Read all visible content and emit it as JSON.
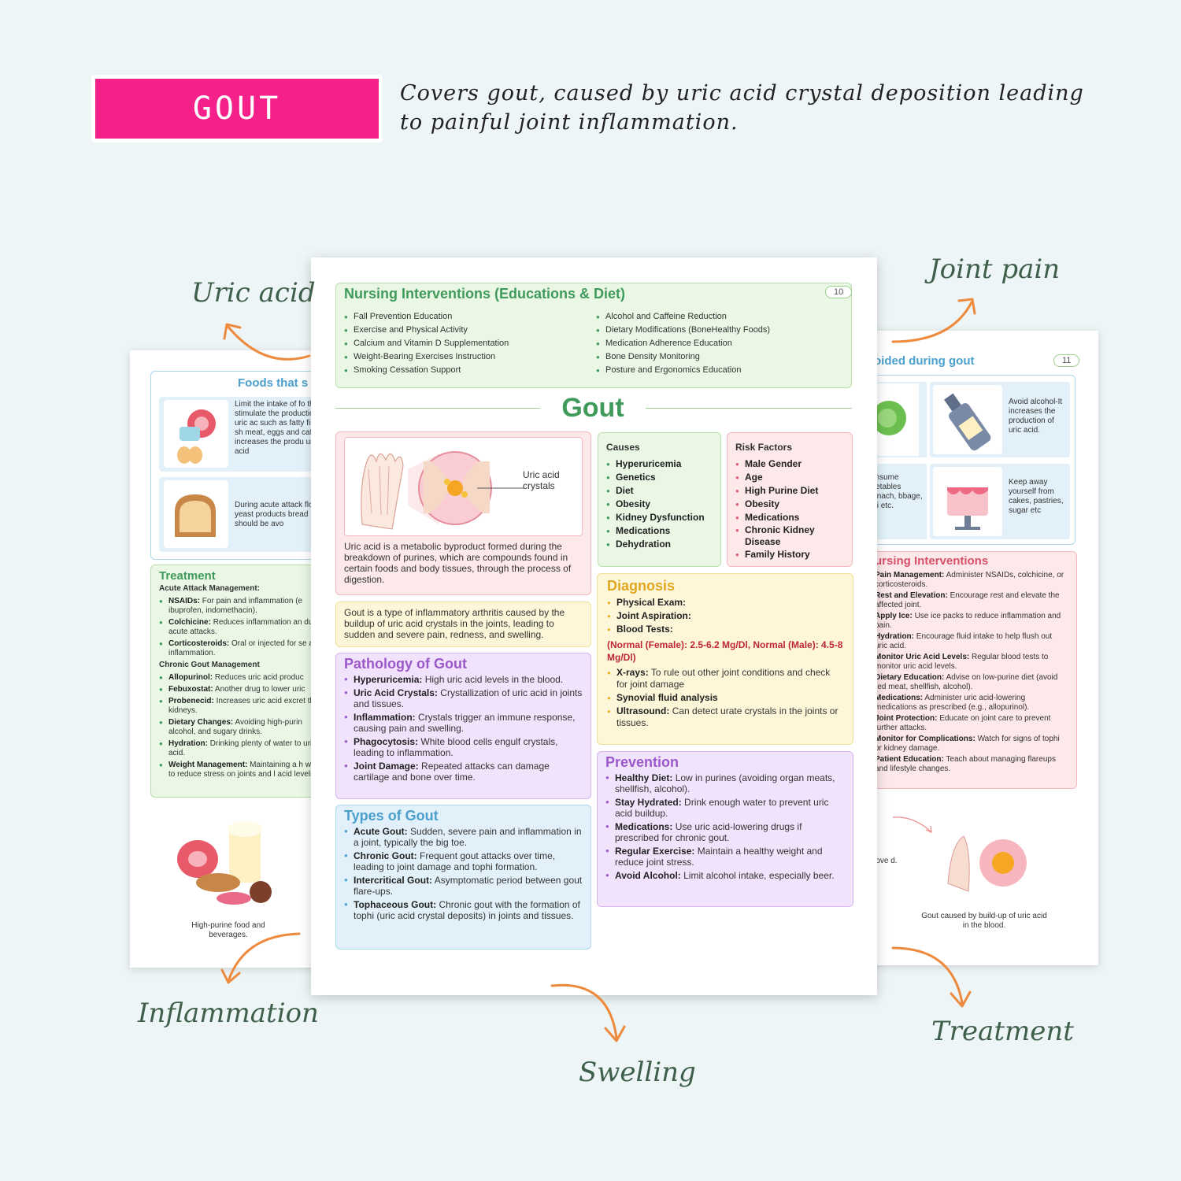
{
  "badge": {
    "title": "GOUT"
  },
  "tagline": "Covers gout, caused by uric acid crystal deposition leading to painful joint inflammation.",
  "labels": {
    "uric_acid": "Uric acid",
    "joint_pain": "Joint pain",
    "inflammation": "Inflammation",
    "swelling": "Swelling",
    "treatment": "Treatment"
  },
  "colors": {
    "accent": "#f5208a",
    "arrow": "#ed8a3e",
    "handwriting": "#3e5f4a"
  },
  "left_page": {
    "foods_title": "Foods that s",
    "food_1_text": "Limit the intake of fo that stimulate the production of uric ac such as fatty fish, sh meat, eggs and caff increases the produ uric acid",
    "food_2_text": "During acute attack flour, yeast products bread should be avo",
    "treatment_title": "Treatment",
    "acute_heading": "Acute Attack Management:",
    "acute_items": [
      {
        "term": "NSAIDs:",
        "text": "For pain and inflammation (e ibuprofen, indomethacin)."
      },
      {
        "term": "Colchicine:",
        "text": "Reduces inflammation an during acute attacks."
      },
      {
        "term": "Corticosteroids:",
        "text": "Oral or injected for se and inflammation."
      }
    ],
    "chronic_heading": "Chronic Gout Management",
    "chronic_items": [
      {
        "term": "Allopurinol:",
        "text": "Reduces uric acid produc"
      },
      {
        "term": "Febuxostat:",
        "text": "Another drug to lower uric"
      },
      {
        "term": "Probenecid:",
        "text": "Increases uric acid excret the kidneys."
      },
      {
        "term": "Dietary Changes:",
        "text": "Avoiding high-purin alcohol, and sugary drinks."
      },
      {
        "term": "Hydration:",
        "text": "Drinking plenty of water to uric acid."
      },
      {
        "term": "Weight Management:",
        "text": "Maintaining a h weight to reduce stress on joints and l acid levels."
      }
    ],
    "caption": "High-purine food and beverages."
  },
  "center_page": {
    "page_number": "10",
    "nursing_title": "Nursing Interventions (Educations & Diet)",
    "nursing_left": [
      "Fall Prevention Education",
      "Exercise and Physical Activity",
      "Calcium and Vitamin D Supplementation",
      "Weight-Bearing Exercises Instruction",
      "Smoking Cessation Support"
    ],
    "nursing_right": [
      "Alcohol and Caffeine Reduction",
      "Dietary Modifications (BoneHealthy Foods)",
      "Medication Adherence Education",
      "Bone Density Monitoring",
      "Posture and Ergonomics Education"
    ],
    "main_title": "Gout",
    "image_label": "Uric acid crystals",
    "intro_text": "Uric acid is a metabolic byproduct formed during the breakdown of purines, which are compounds found in certain foods and body tissues, through the process of digestion.",
    "definition_text": "Gout is a type of inflammatory arthritis caused by the buildup of uric acid crystals in the joints, leading to sudden and severe pain, redness, and swelling.",
    "causes_title": "Causes",
    "causes": [
      "Hyperuricemia",
      "Genetics",
      "Diet",
      "Obesity",
      "Kidney Dysfunction",
      "Medications",
      "Dehydration"
    ],
    "risk_title": "Risk Factors",
    "risks": [
      "Male Gender",
      "Age",
      "High Purine Diet",
      "Obesity",
      "Medications",
      "Chronic Kidney Disease",
      "Family History"
    ],
    "pathology_title": "Pathology of Gout",
    "pathology": [
      {
        "term": "Hyperuricemia:",
        "text": "High uric acid levels in the blood."
      },
      {
        "term": "Uric Acid Crystals:",
        "text": "Crystallization of uric acid in joints and tissues."
      },
      {
        "term": "Inflammation:",
        "text": "Crystals trigger an immune response, causing pain and swelling."
      },
      {
        "term": "Phagocytosis:",
        "text": "White blood cells engulf crystals, leading to inflammation."
      },
      {
        "term": "Joint Damage:",
        "text": "Repeated attacks can damage cartilage and bone over time."
      }
    ],
    "diagnosis_title": "Diagnosis",
    "diagnosis_top": [
      "Physical Exam:",
      "Joint Aspiration:",
      "Blood Tests:"
    ],
    "diagnosis_values": "(Normal (Female): 2.5-6.2 Mg/Dl, Normal (Male): 4.5-8 Mg/Dl)",
    "diagnosis_bottom": [
      {
        "term": "X-rays:",
        "text": "To rule out other joint conditions and check for joint damage"
      },
      {
        "term": "Synovial fluid analysis",
        "text": ""
      },
      {
        "term": "Ultrasound:",
        "text": "Can detect urate crystals in the joints or tissues."
      }
    ],
    "types_title": "Types of Gout",
    "types": [
      {
        "term": "Acute Gout:",
        "text": "Sudden, severe pain and inflammation in a joint, typically the big toe."
      },
      {
        "term": "Chronic Gout:",
        "text": "Frequent gout attacks over time, leading to joint damage and tophi formation."
      },
      {
        "term": "Intercritical Gout:",
        "text": "Asymptomatic period between gout flare-ups."
      },
      {
        "term": "Tophaceous Gout:",
        "text": "Chronic gout with the formation of tophi (uric acid crystal deposits) in joints and tissues."
      }
    ],
    "prevention_title": "Prevention",
    "prevention": [
      {
        "term": "Healthy Diet:",
        "text": "Low in purines (avoiding organ meats, shellfish, alcohol)."
      },
      {
        "term": "Stay Hydrated:",
        "text": "Drink enough water to prevent uric acid buildup."
      },
      {
        "term": "Medications:",
        "text": "Use uric acid-lowering drugs if prescribed for chronic gout."
      },
      {
        "term": "Regular Exercise:",
        "text": "Maintain a healthy weight and reduce joint stress."
      },
      {
        "term": "Avoid Alcohol:",
        "text": "Limit alcohol intake, especially beer."
      }
    ]
  },
  "right_page": {
    "page_number": "11",
    "header": "oided during gout",
    "alcohol_text": "Avoid alcohol-It increases the production of uric acid.",
    "veg_text": "consume egetables spinach, bbage, coli etc.",
    "cake_text": "Keep away yourself from cakes, pastries, sugar etc",
    "nursing_title": "ursing Interventions",
    "nursing": [
      {
        "term": "Pain Management:",
        "text": "Administer NSAIDs, colchicine, or corticosteroids."
      },
      {
        "term": "Rest and Elevation:",
        "text": "Encourage rest and elevate the affected joint."
      },
      {
        "term": "Apply Ice:",
        "text": "Use ice packs to reduce inflammation and pain."
      },
      {
        "term": "Hydration:",
        "text": "Encourage fluid intake to help flush out uric acid."
      },
      {
        "term": "Monitor Uric Acid Levels:",
        "text": "Regular blood tests to monitor uric acid levels."
      },
      {
        "term": "Dietary Education:",
        "text": "Advise on low-purine diet (avoid red meat, shellfish, alcohol)."
      },
      {
        "term": "Medications:",
        "text": "Administer uric acid-lowering medications as prescribed (e.g., allopurinol)."
      },
      {
        "term": "Joint Protection:",
        "text": "Educate on joint care to prevent further attacks."
      },
      {
        "term": "Monitor for Complications:",
        "text": "Watch for signs of tophi or kidney damage."
      },
      {
        "term": "Patient Education:",
        "text": "Teach about managing flareups and lifestyle changes."
      }
    ],
    "remove_fragment": "move d.",
    "caption": "Gout caused by build-up of uric acid in the blood."
  }
}
